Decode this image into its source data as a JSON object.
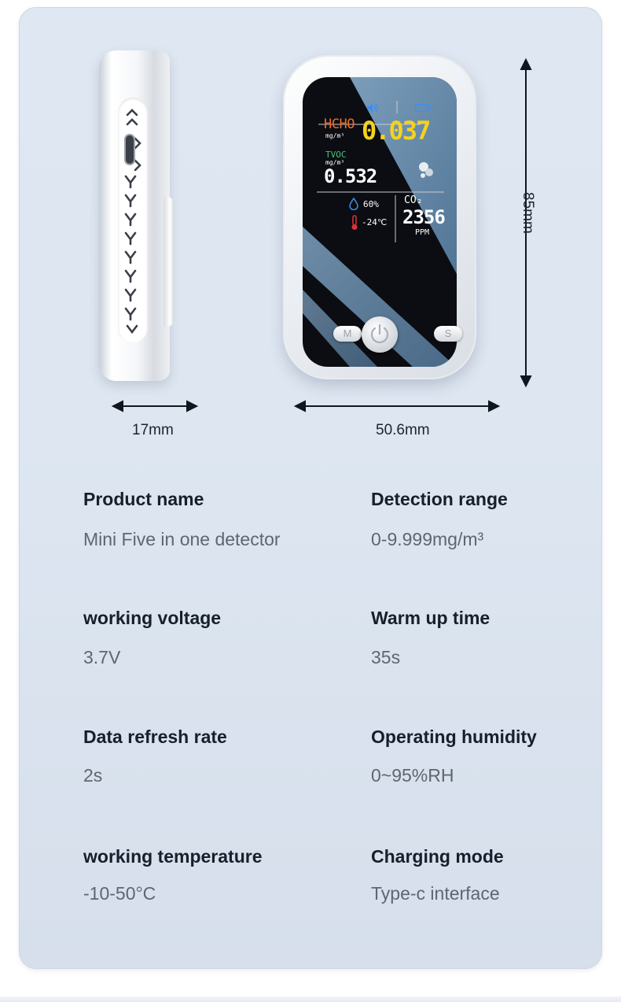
{
  "device": {
    "screen": {
      "hcho_label": "HCHO",
      "hcho_unit": "mg/m³",
      "hcho_value": "0.037",
      "tvoc_label": "TVOC",
      "tvoc_unit": "mg/m³",
      "tvoc_value": "0.532",
      "humidity": "60%",
      "temperature": "-24℃",
      "co2_label": "CO₂",
      "co2_value": "2356",
      "co2_unit": "PPM"
    },
    "buttons": {
      "mode": "M",
      "set": "S"
    }
  },
  "dimensions": {
    "thickness": "17mm",
    "width": "50.6mm",
    "height": "85mm"
  },
  "specs": [
    {
      "label": "Product name",
      "value": "Mini Five in one detector"
    },
    {
      "label": "Detection range",
      "value": "0-9.999mg/m³"
    },
    {
      "label": "working voltage",
      "value": "3.7V"
    },
    {
      "label": "Warm up time",
      "value": "35s"
    },
    {
      "label": "Data refresh rate",
      "value": "2s"
    },
    {
      "label": "Operating humidity",
      "value": "0~95%RH"
    },
    {
      "label": "working temperature",
      "value": "-10-50°C"
    },
    {
      "label": "Charging mode",
      "value": "Type-c interface"
    }
  ],
  "colors": {
    "hcho": "#f06a2a",
    "hcho_value": "#f5d21c",
    "tvoc": "#44c878",
    "title_text": "#16202c",
    "value_text": "#5f6670"
  }
}
